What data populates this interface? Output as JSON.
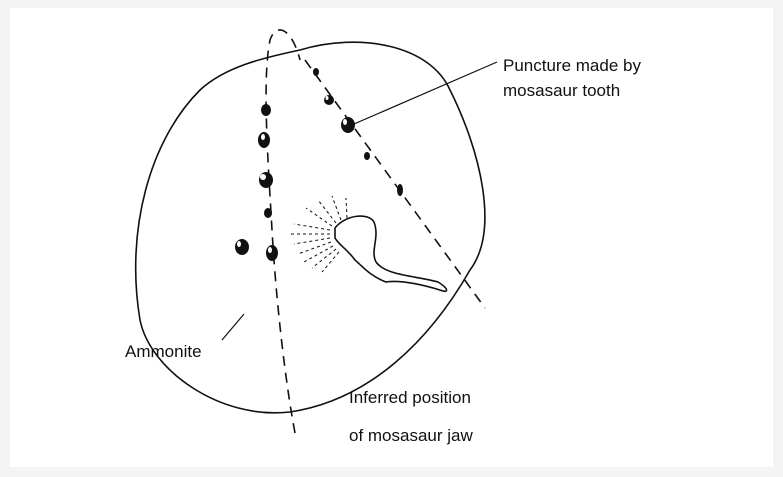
{
  "diagram": {
    "labels": {
      "puncture_line1": "Puncture made by",
      "puncture_line2": "mosasaur tooth",
      "ammonite": "Ammonite",
      "jaw_line1": "Inferred position",
      "jaw_line2": "of mosasaur jaw"
    },
    "colors": {
      "ink": "#111111",
      "background": "#ffffff",
      "frame": "#f4f4f4"
    }
  }
}
